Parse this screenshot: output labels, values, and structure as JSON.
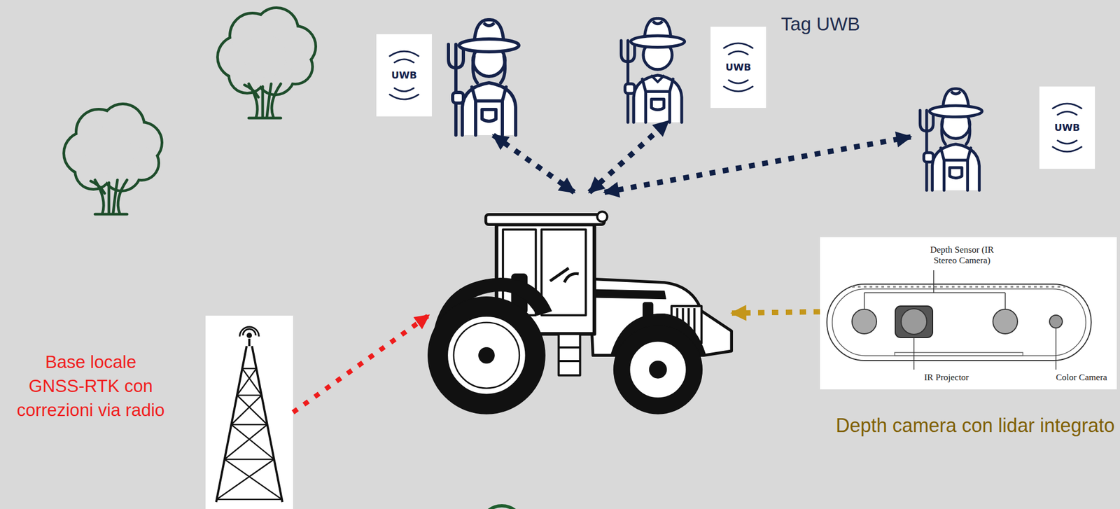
{
  "diagram": {
    "nodes": [
      {
        "text": [
          "UWB"
        ]
      },
      {
        "text": [
          "UWB"
        ]
      },
      {
        "text": [
          "UWB"
        ]
      },
      {
        "text": []
      },
      {
        "text": [
          "Base locale GNSS-RTK con correzioni via radio"
        ]
      },
      {
        "text": [
          "Depth Sensor (IR Stereo Camera)",
          "IR Projector",
          "Color Camera",
          "Depth camera con lidar integrato"
        ]
      }
    ],
    "edges": [
      {
        "from": 3,
        "to": 0,
        "arrow": "both"
      },
      {
        "from": 3,
        "to": 1,
        "arrow": "both"
      },
      {
        "from": 3,
        "to": 2,
        "arrow": "both"
      },
      {
        "from": 4,
        "to": 3,
        "arrow": "to"
      },
      {
        "from": 5,
        "to": 3,
        "arrow": "to"
      }
    ],
    "labels": [
      "Tag UWB"
    ]
  }
}
